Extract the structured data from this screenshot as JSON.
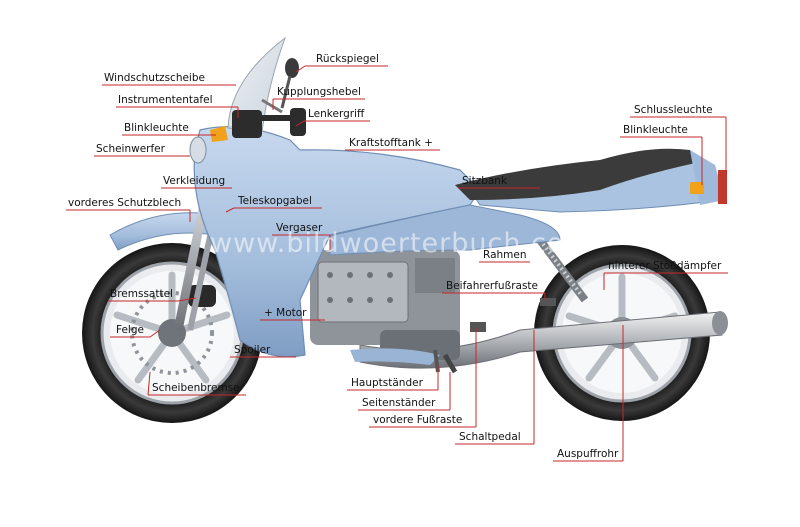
{
  "watermark": "www.bildwoerterbuch.com",
  "colors": {
    "fairing": "#a9c3e0",
    "fairing_dark": "#7f9dc3",
    "leader": "#c62828",
    "engine": "#9a9ea4",
    "tire": "#2b2b2b"
  },
  "labels": [
    {
      "id": "rueckspiegel",
      "text": "Rückspiegel"
    },
    {
      "id": "windschutzscheibe",
      "text": "Windschutzscheibe"
    },
    {
      "id": "kupplungshebel",
      "text": "Kupplungshebel"
    },
    {
      "id": "instrumententafel",
      "text": "Instrumententafel"
    },
    {
      "id": "lenkergriff",
      "text": "Lenkergriff"
    },
    {
      "id": "schlussleuchte",
      "text": "Schlussleuchte"
    },
    {
      "id": "blinkleuchte-front",
      "text": "Blinkleuchte"
    },
    {
      "id": "blinkleuchte-rear",
      "text": "Blinkleuchte"
    },
    {
      "id": "kraftstofftank",
      "text": "Kraftstofftank +"
    },
    {
      "id": "scheinwerfer",
      "text": "Scheinwerfer"
    },
    {
      "id": "verkleidung",
      "text": "Verkleidung"
    },
    {
      "id": "sitzbank",
      "text": "Sitzbank"
    },
    {
      "id": "vorderes-schutzblech",
      "text": "vorderes Schutzblech"
    },
    {
      "id": "teleskopgabel",
      "text": "Teleskopgabel"
    },
    {
      "id": "vergaser",
      "text": "Vergaser"
    },
    {
      "id": "rahmen",
      "text": "Rahmen"
    },
    {
      "id": "hinterer-stossdaempfer",
      "text": "hinterer Stoßdämpfer"
    },
    {
      "id": "bremssattel",
      "text": "Bremssattel"
    },
    {
      "id": "beifahrerfussraste",
      "text": "Beifahrerfußraste"
    },
    {
      "id": "motor",
      "text": "+ Motor"
    },
    {
      "id": "felge",
      "text": "Felge"
    },
    {
      "id": "spoiler",
      "text": "Spoiler"
    },
    {
      "id": "scheibenbremse",
      "text": "Scheibenbremse"
    },
    {
      "id": "hauptstaender",
      "text": "Hauptständer"
    },
    {
      "id": "seitenstaender",
      "text": "Seitenständer"
    },
    {
      "id": "vordere-fussraste",
      "text": "vordere Fußraste"
    },
    {
      "id": "schaltpedal",
      "text": "Schaltpedal"
    },
    {
      "id": "auspuffrohr",
      "text": "Auspuffrohr"
    }
  ]
}
